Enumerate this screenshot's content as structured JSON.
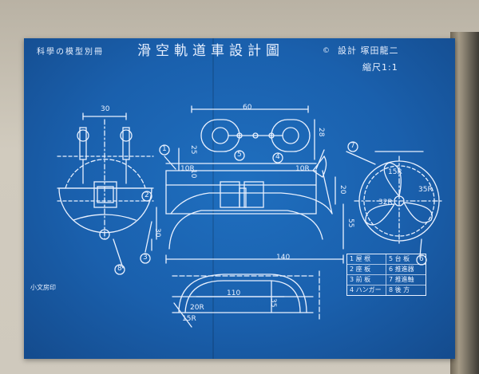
{
  "drawing": {
    "title": "滑空軌道車設計圖",
    "copyright_mark": "©",
    "designer": "設計 塚田龍二",
    "scale": "縮尺1:1",
    "series": "科學の模型別冊",
    "publisher": "小文房印"
  },
  "dimensions": {
    "d30_top": "30",
    "d60": "60",
    "d28": "28",
    "d25": "25",
    "d10": "10",
    "d10r_a": "10R",
    "d10r_b": "10R",
    "d20": "20",
    "d55": "55",
    "d30_side": "30",
    "d140": "140",
    "d110": "110",
    "d35": "35",
    "d20r": "20R",
    "d15r_a": "15R",
    "d15r_b": "15R",
    "d35r": "35R",
    "d32r": "32R"
  },
  "callouts": [
    "1",
    "2",
    "3",
    "4",
    "5",
    "6",
    "7",
    "8"
  ],
  "legend": [
    "1 屋 根",
    "5 台 板",
    "2 座 板",
    "6 推進器",
    "3 前 板",
    "7 推進軸",
    "4 ハンガー",
    "8 後 方"
  ],
  "colors": {
    "blueprint": "#1a60ad",
    "line": "#e9f1ff",
    "paper": "#c6c0b3"
  }
}
